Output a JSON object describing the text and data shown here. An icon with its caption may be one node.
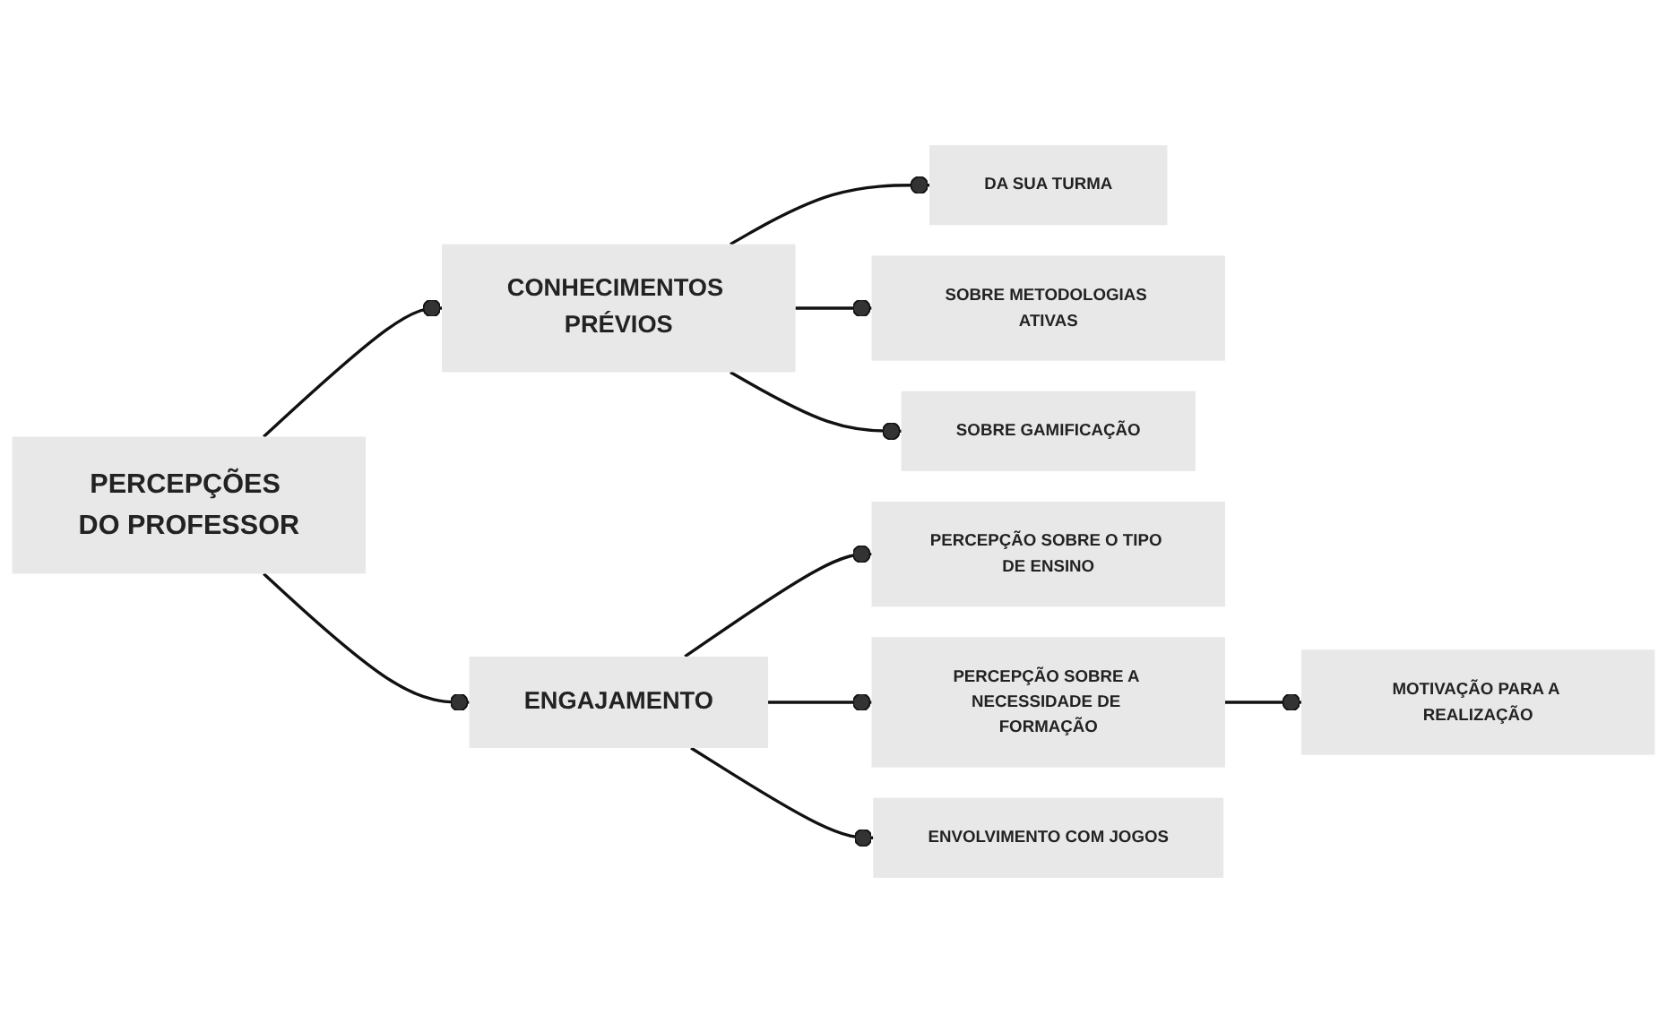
{
  "diagram": {
    "nodes": [
      {
        "text": [
          "PERCEPÇÕES DO PROFESSOR"
        ]
      },
      {
        "text": [
          "CONHECIMENTOS PRÉVIOS"
        ]
      },
      {
        "text": [
          "DA SUA TURMA"
        ]
      },
      {
        "text": [
          "SOBRE METODOLOGIAS ATIVAS"
        ]
      },
      {
        "text": [
          "SOBRE GAMIFICAÇÃO"
        ]
      },
      {
        "text": [
          "ENGAJAMENTO"
        ]
      },
      {
        "text": [
          "PERCEPÇÃO SOBRE O TIPO DE ENSINO"
        ]
      },
      {
        "text": [
          "PERCEPÇÃO SOBRE A NECESSIDADE DE FORMAÇÃO"
        ]
      },
      {
        "text": [
          "MOTIVAÇÃO PARA A REALIZAÇÃO"
        ]
      },
      {
        "text": [
          "ENVOLVIMENTO COM JOGOS"
        ]
      }
    ],
    "edges": [
      {
        "from": 0,
        "to": 1,
        "arrow": "other"
      },
      {
        "from": 0,
        "to": 5,
        "arrow": "other"
      },
      {
        "from": 1,
        "to": 2,
        "arrow": "other"
      },
      {
        "from": 1,
        "to": 3,
        "arrow": "other"
      },
      {
        "from": 1,
        "to": 4,
        "arrow": "other"
      },
      {
        "from": 5,
        "to": 6,
        "arrow": "other"
      },
      {
        "from": 5,
        "to": 7,
        "arrow": "other"
      },
      {
        "from": 7,
        "to": 8,
        "arrow": "other"
      },
      {
        "from": 5,
        "to": 9,
        "arrow": "other"
      }
    ]
  }
}
